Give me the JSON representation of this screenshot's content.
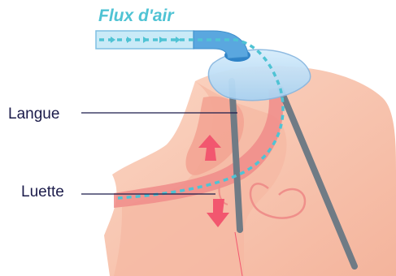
{
  "labels": {
    "airflow": "Flux d'air",
    "tongue": "Langue",
    "uvula": "Luette"
  },
  "colors": {
    "skin": "#f7c0a9",
    "skin_inner": "#f2a995",
    "airway": "#f08c8a",
    "airflow": "#4fc3d4",
    "mask": "#b9dcf5",
    "mask_edge": "#8ab8e0",
    "arrow": "#f2576f",
    "strap": "#707b85",
    "label_text": "#1b1b4a",
    "leader_line": "#1b1b4a"
  },
  "icons": {
    "up_arrow": "arrow-up-icon",
    "down_arrow": "arrow-down-icon"
  }
}
